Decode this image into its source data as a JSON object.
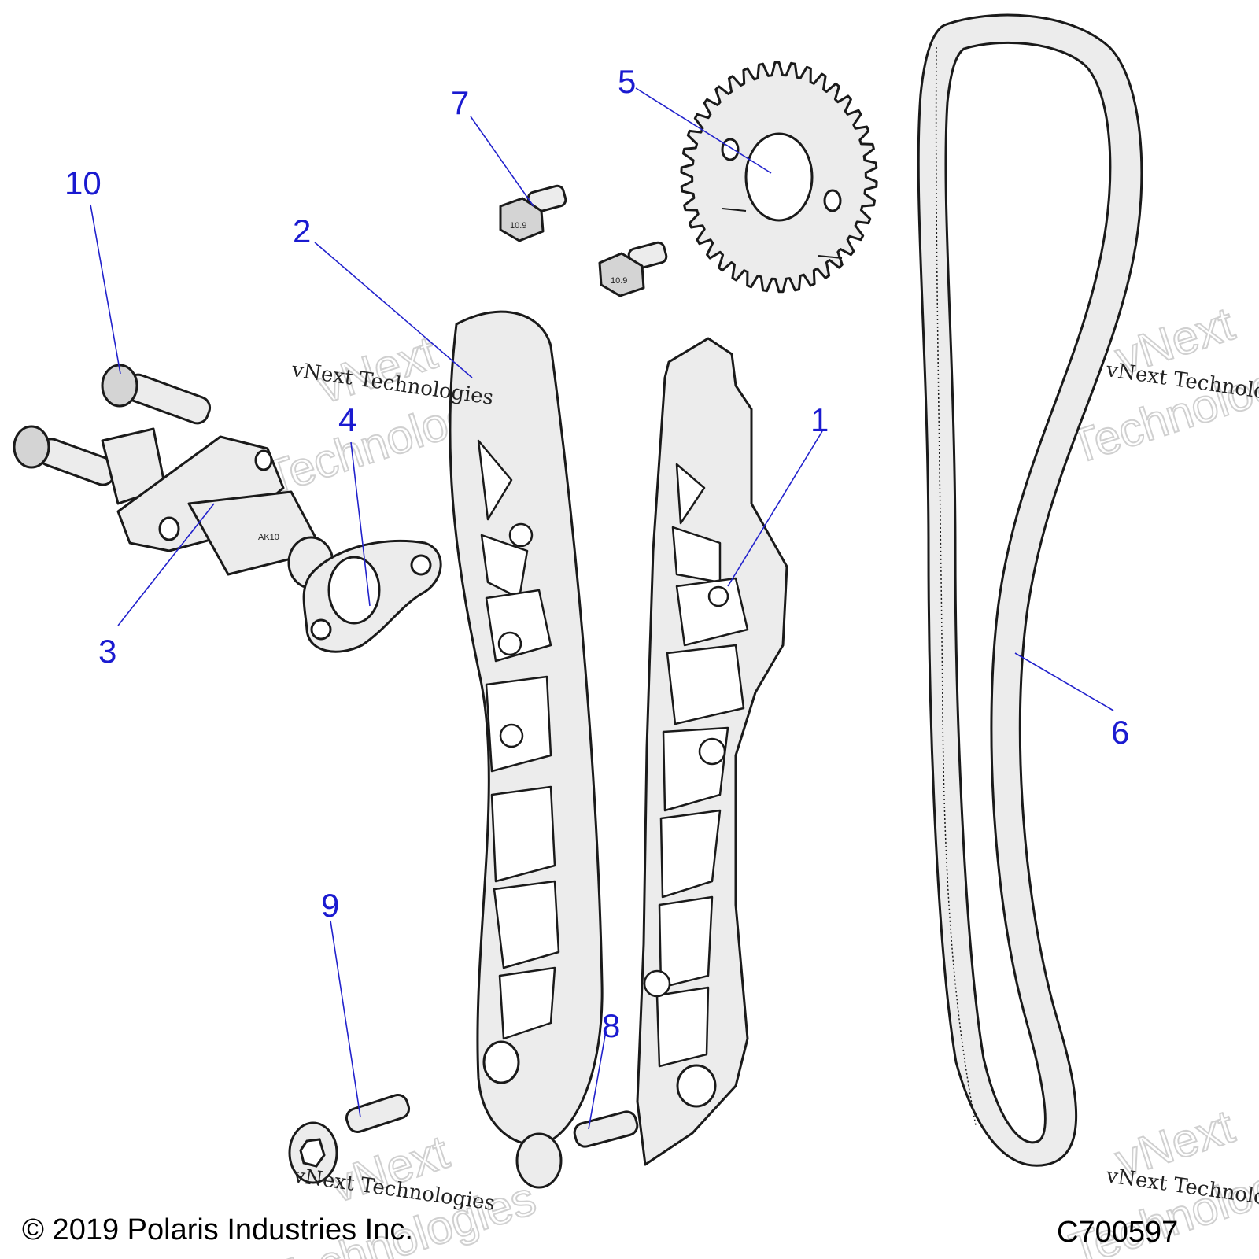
{
  "diagram": {
    "copyright": "© 2019 Polaris Industries Inc.",
    "figure_id": "C700597",
    "watermark": {
      "line1": "vNext",
      "line2": "Technologies",
      "small": "vNext Technologies"
    },
    "callouts": [
      {
        "label": "1"
      },
      {
        "label": "2"
      },
      {
        "label": "3"
      },
      {
        "label": "4"
      },
      {
        "label": "5"
      },
      {
        "label": "6"
      },
      {
        "label": "7"
      },
      {
        "label": "8"
      },
      {
        "label": "9"
      },
      {
        "label": "10"
      }
    ],
    "part_markings": {
      "tensioner": "AK10",
      "bolt": "10.9"
    },
    "colors": {
      "callout": "#1a1ad0",
      "line": "#1a1a1a",
      "part_fill": "#ececec"
    }
  }
}
